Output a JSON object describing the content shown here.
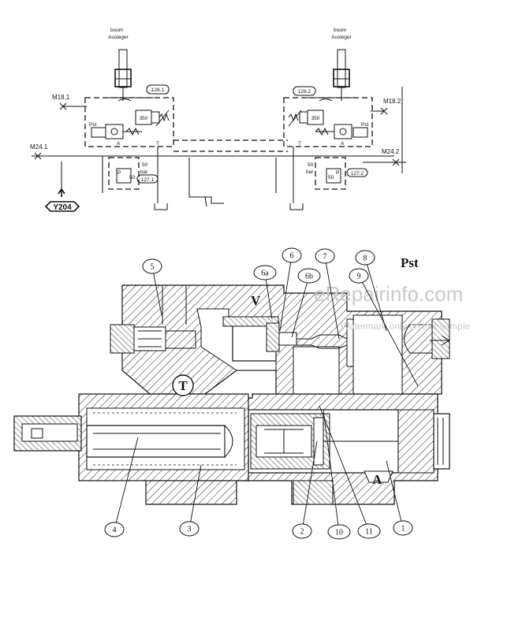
{
  "schematic": {
    "left": {
      "boom_en": "boom",
      "boom_de": "Ausleger",
      "valve_tag": "126.1",
      "port_top": "M18.1",
      "port_mid": "M24.1",
      "pst": "Pst",
      "relief": "350",
      "pressure_value": "50",
      "pressure_unit": "bar",
      "reducer_tag": "127.1",
      "reducer_value": "50",
      "port_a": "A",
      "port_t": "T",
      "port_p": "P",
      "solenoid": "Y204"
    },
    "right": {
      "boom_en": "boom",
      "boom_de": "Ausleger",
      "valve_tag": "126.2",
      "port_top": "M18.2",
      "port_mid": "M24.2",
      "pst": "Pst",
      "relief": "350",
      "pressure_value": "50",
      "pressure_unit": "bar",
      "reducer_tag": "127.2",
      "reducer_value": "50",
      "port_a": "A",
      "port_t": "T",
      "port_p": "P"
    }
  },
  "section": {
    "label_v": "V",
    "label_t": "T",
    "label_a": "A",
    "label_pst": "Pst",
    "callouts": [
      "1",
      "2",
      "3",
      "4",
      "5",
      "6",
      "6a",
      "6b",
      "7",
      "8",
      "9",
      "10",
      "11"
    ]
  },
  "watermark": {
    "site": "eRepairinfo.com",
    "note": "Watermark only on this sample"
  }
}
